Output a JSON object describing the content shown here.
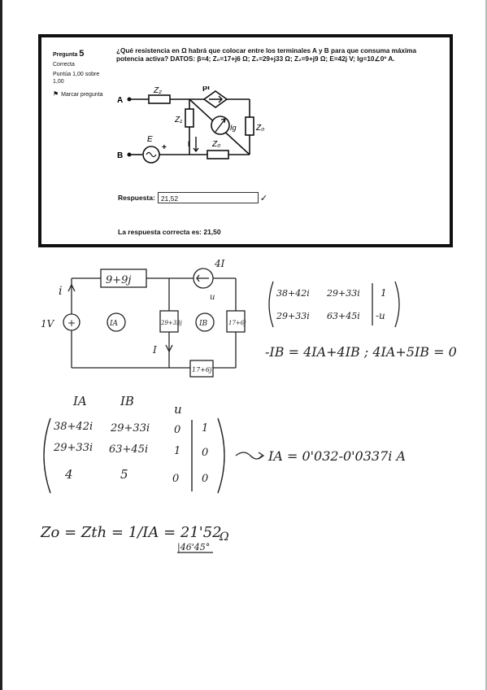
{
  "question": {
    "label": "Pregunta",
    "number": "5",
    "status": "Correcta",
    "score": "Puntúa 1,00 sobre 1,00",
    "flag_label": "Marcar pregunta",
    "flag_icon": "flag-icon",
    "text": "¿Qué resistencia en Ω habrá que colocar entre los terminales A y B para que consuma máxima potencia activa? DATOS: β=4; Z₀=17+j6 Ω; Z₁=29+j33 Ω; Z₂=9+j9 Ω; E=42j V; Ig=10∠0º A.",
    "circuit": {
      "node_a": "A",
      "node_b": "B",
      "z2": "Z₂",
      "z1": "Z₁",
      "z0_right": "Z₀",
      "z0_bottom": "Z₀",
      "dep_source": "βI",
      "current_source": "Ig",
      "current_i": "I",
      "emf": "E",
      "plus": "+"
    },
    "answer_label": "Respuesta:",
    "answer_value": "21,52",
    "check_icon": "check-icon",
    "correct_answer": "La respuesta correcta es: 21,50"
  },
  "notes": {
    "circuit": {
      "z_top": "9+9j",
      "z_mid1": "29+33j",
      "z_mid2": "17+6j",
      "z_bottom": "17+6j",
      "source_voltage": "1V",
      "source_plus": "+",
      "current_i": "i",
      "dep_source": "4I",
      "u_label": "u",
      "loop_a": "IA",
      "loop_b": "IB",
      "current_I": "I"
    },
    "matrix1": {
      "row1": [
        "38+42i",
        "29+33i",
        "1"
      ],
      "row2": [
        "29+33i",
        "63+45i",
        "-u"
      ]
    },
    "equation": "-IB = 4IA+4IB ; 4IA+5IB = 0",
    "matrix2": {
      "headers": [
        "IA",
        "IB",
        "u"
      ],
      "row1": [
        "38+42i",
        "29+33i",
        "0",
        "1"
      ],
      "row2": [
        "29+33i",
        "63+45i",
        "1",
        "0"
      ],
      "row3": [
        "4",
        "5",
        "0",
        "0"
      ]
    },
    "result": "IA = 0'032-0'0337i A",
    "final": "Zo = Zth = 1/IA = 21'52",
    "final_angle": "|46'45°",
    "final_unit": "Ω"
  }
}
